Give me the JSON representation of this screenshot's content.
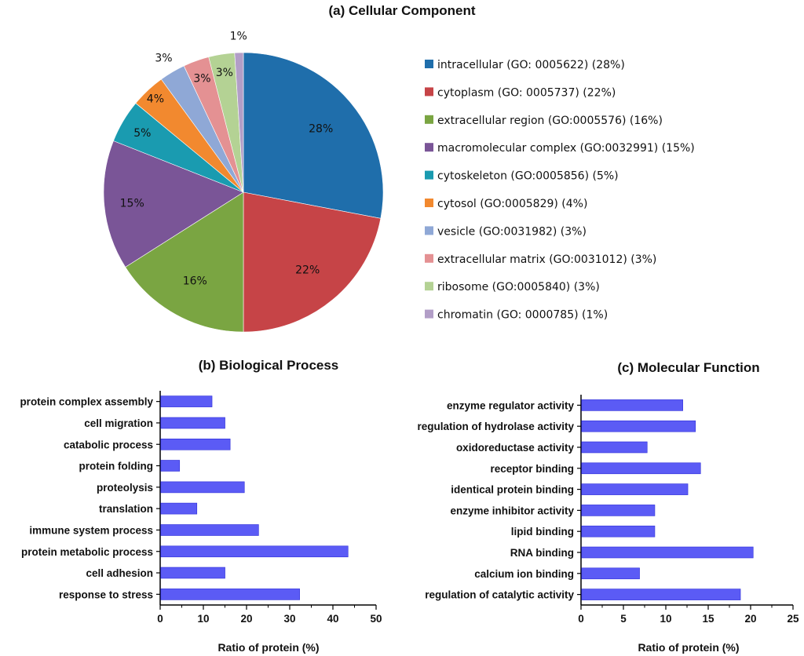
{
  "chart_data": [
    {
      "type": "pie",
      "title": "(a) Cellular Component",
      "slices": [
        {
          "label": "intracellular (GO: 0005622) (28%)",
          "value": 28,
          "value_label": "28%",
          "color": "#1f6eab"
        },
        {
          "label": "cytoplasm (GO: 0005737) (22%)",
          "value": 22,
          "value_label": "22%",
          "color": "#c64447"
        },
        {
          "label": "extracellular region (GO:0005576) (16%)",
          "value": 16,
          "value_label": "16%",
          "color": "#7aa542"
        },
        {
          "label": "macromolecular complex (GO:0032991) (15%)",
          "value": 15,
          "value_label": "15%",
          "color": "#7a5597"
        },
        {
          "label": "cytoskeleton (GO:0005856) (5%)",
          "value": 5,
          "value_label": "5%",
          "color": "#1a9bb0"
        },
        {
          "label": "cytosol (GO:0005829) (4%)",
          "value": 4,
          "value_label": "4%",
          "color": "#f2892f"
        },
        {
          "label": "vesicle (GO:0031982) (3%)",
          "value": 3,
          "value_label": "3%",
          "color": "#8fa8d6"
        },
        {
          "label": "extracellular matrix (GO:0031012) (3%)",
          "value": 3,
          "value_label": "3%",
          "color": "#e49193"
        },
        {
          "label": "ribosome (GO:0005840) (3%)",
          "value": 3,
          "value_label": "3%",
          "color": "#b4d294"
        },
        {
          "label": "chromatin (GO: 0000785) (1%)",
          "value": 1,
          "value_label": "1%",
          "color": "#b29ec7"
        }
      ],
      "legend_position": "right"
    },
    {
      "type": "bar",
      "orientation": "horizontal",
      "title": "(b) Biological Process",
      "xlabel": "Ratio of protein (%)",
      "xlim": [
        0,
        50
      ],
      "xticks": [
        0,
        10,
        20,
        30,
        40,
        50
      ],
      "bar_color": "#5b5bf5",
      "categories": [
        "protein complex assembly",
        "cell migration",
        "catabolic process",
        "protein folding",
        "proteolysis",
        "translation",
        "immune system process",
        "protein metabolic process",
        "cell adhesion",
        "response to stress"
      ],
      "values": [
        12.0,
        15.0,
        16.2,
        4.5,
        19.5,
        8.5,
        22.8,
        43.5,
        15.0,
        32.3
      ]
    },
    {
      "type": "bar",
      "orientation": "horizontal",
      "title": "(c) Molecular Function",
      "xlabel": "Ratio of protein (%)",
      "xlim": [
        0,
        25
      ],
      "xticks": [
        0,
        5,
        10,
        15,
        20,
        25
      ],
      "bar_color": "#5b5bf5",
      "categories": [
        "enzyme regulator activity",
        "regulation of hydrolase activity",
        "oxidoreductase activity",
        "receptor binding",
        "identical protein binding",
        "enzyme inhibitor activity",
        "lipid binding",
        "RNA binding",
        "calcium ion binding",
        "regulation of catalytic activity"
      ],
      "values": [
        12.0,
        13.5,
        7.8,
        14.1,
        12.6,
        8.7,
        8.7,
        20.3,
        6.9,
        18.8
      ]
    }
  ]
}
